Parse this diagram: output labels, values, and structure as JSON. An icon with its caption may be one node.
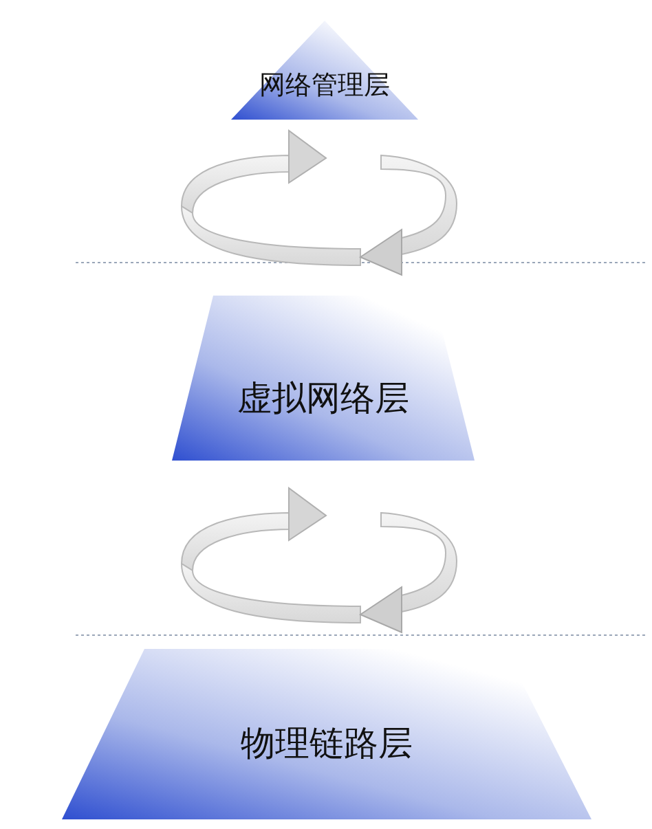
{
  "diagram": {
    "nodes": [
      {
        "text": [
          "网络管理层"
        ]
      },
      {
        "text": [
          "虚拟网络层"
        ]
      },
      {
        "text": [
          "物理链路层"
        ]
      }
    ]
  }
}
